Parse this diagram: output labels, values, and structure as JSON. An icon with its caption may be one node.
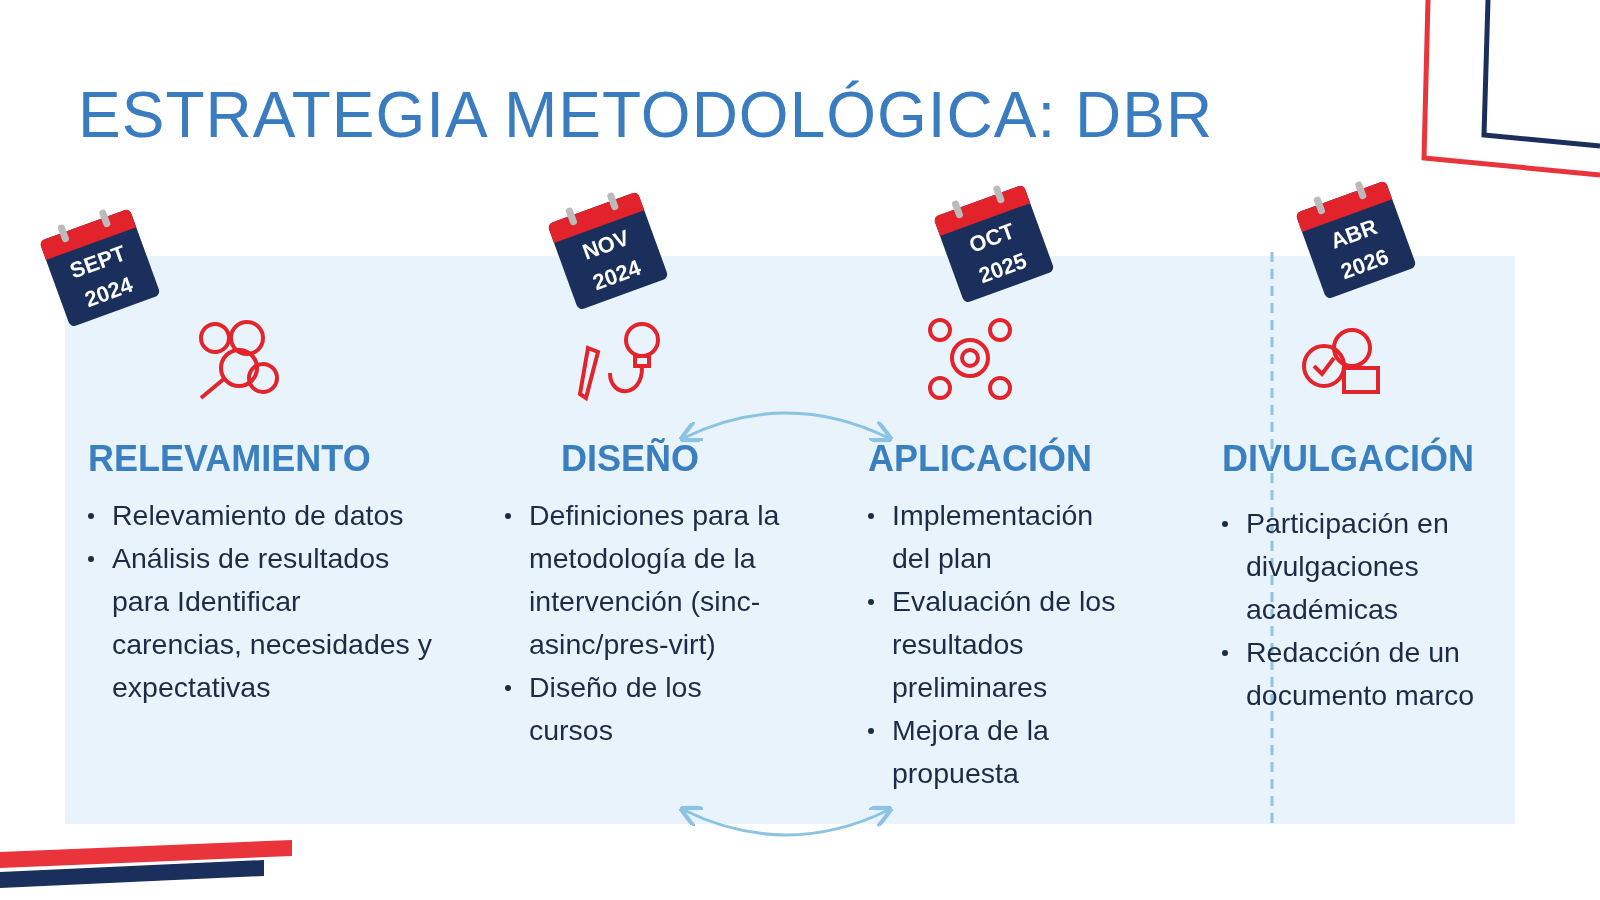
{
  "diagram": {
    "title": "ESTRATEGIA METODOLÓGICA: DBR",
    "nodes": [
      {
        "text": [
          "SEPT 2024"
        ]
      },
      {
        "text": [
          "RELEVAMIENTO",
          "Relevamiento de datos",
          "Análisis de resultados para Identificar carencias, necesidades y expectativas"
        ]
      },
      {
        "text": [
          "NOV 2024"
        ]
      },
      {
        "text": [
          "DISEÑO",
          "Definiciones para la metodología de la intervención (sinc-asinc/pres-virt)",
          "Diseño de los cursos"
        ]
      },
      {
        "text": [
          "OCT 2025"
        ]
      },
      {
        "text": [
          "APLICACIÓN",
          "Implementación del plan",
          "Evaluación de los resultados preliminares",
          "Mejora de la propuesta"
        ]
      },
      {
        "text": [
          "ABR 2026"
        ]
      },
      {
        "text": [
          "DIVULGACIÓN",
          "Participación en divulgaciones académicas",
          "Redacción de un documento marco"
        ]
      }
    ],
    "edges": [
      {
        "from": 3,
        "to": 5,
        "arrow": "both"
      },
      {
        "from": 3,
        "to": 5,
        "arrow": "both"
      }
    ]
  }
}
